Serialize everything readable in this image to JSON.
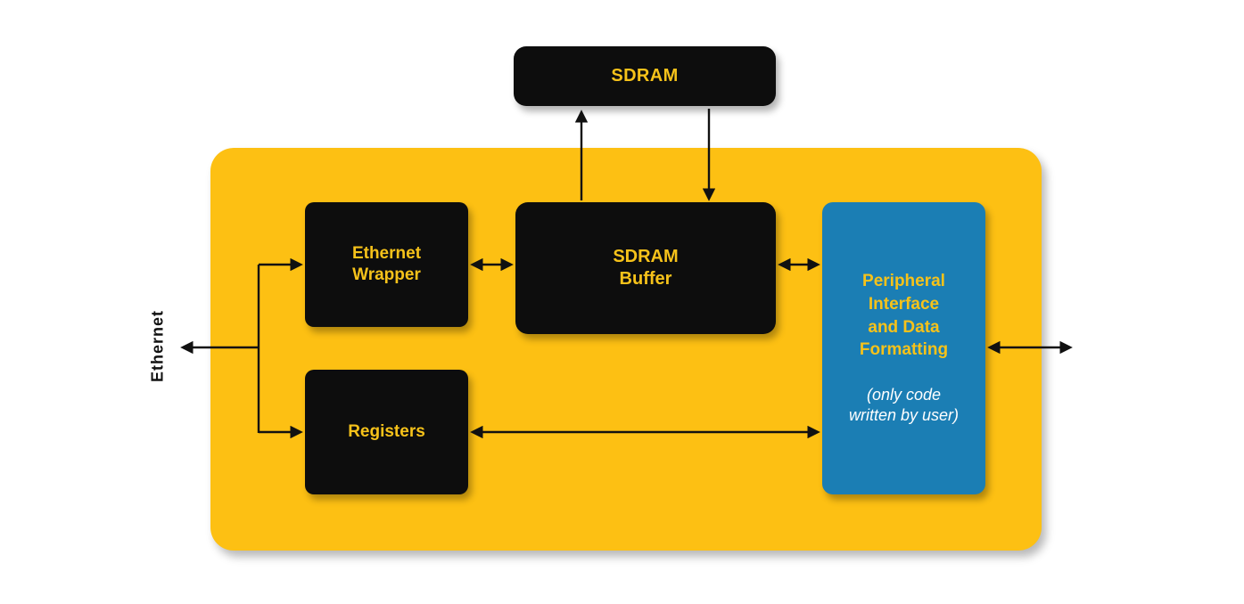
{
  "colors": {
    "canvas_bg": "#FFFFFF",
    "container_yellow": "#FDC013",
    "box_black": "#0D0D0D",
    "box_blue": "#1B7EB4",
    "text_yellow": "#F6C21A",
    "text_white": "#FFFFFF",
    "arrow_black": "#111111"
  },
  "nodes": {
    "sdram": {
      "label": "SDRAM"
    },
    "ethernet_wrapper": {
      "label": "Ethernet\nWrapper"
    },
    "sdram_buffer": {
      "label": "SDRAM\nBuffer"
    },
    "registers": {
      "label": "Registers"
    },
    "peripheral_interface": {
      "title": "Peripheral\nInterface\nand Data\nFormatting",
      "note": "(only code\nwritten by user)"
    }
  },
  "labels": {
    "ethernet": "Ethernet"
  }
}
